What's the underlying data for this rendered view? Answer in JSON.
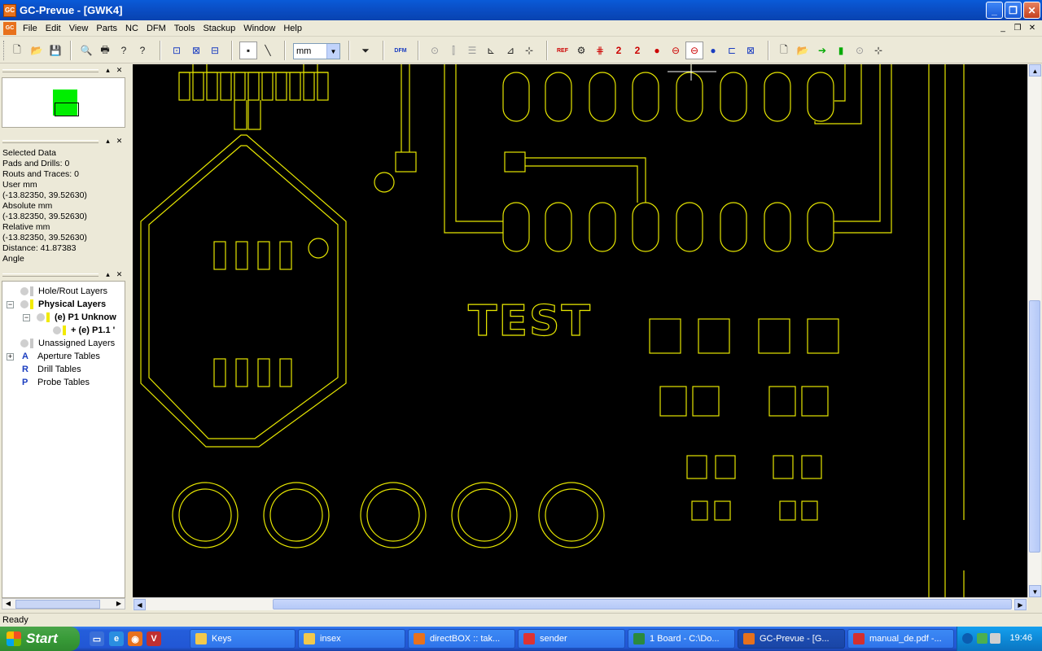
{
  "window": {
    "title": "GC-Prevue - [GWK4]",
    "app_icon": "GC"
  },
  "menu": {
    "items": [
      "File",
      "Edit",
      "View",
      "Parts",
      "NC",
      "DFM",
      "Tools",
      "Stackup",
      "Window",
      "Help"
    ]
  },
  "toolbar": {
    "unit": "mm",
    "dfm_label": "DFM",
    "ref_label": "REF"
  },
  "selected_data": {
    "lines": [
      "Selected Data",
      "Pads and Drills: 0",
      "Routs and Traces: 0",
      "User mm",
      "(-13.82350, 39.52630)",
      "Absolute mm",
      "(-13.82350, 39.52630)",
      "Relative mm",
      "(-13.82350, 39.52630)",
      "Distance: 41.87383",
      "Angle"
    ]
  },
  "tree": {
    "hole_rout": "Hole/Rout Layers",
    "physical": "Physical Layers",
    "p1": "(e) P1 Unknow",
    "p11": "+ (e) P1.1 '",
    "unassigned": "Unassigned Layers",
    "aperture": "Aperture Tables",
    "drill": "Drill Tables",
    "probe": "Probe Tables"
  },
  "canvas": {
    "text": "TEST",
    "trace_color": "#e6e600"
  },
  "status": {
    "text": "Ready"
  },
  "taskbar": {
    "start": "Start",
    "tasks": [
      "Keys",
      "insex",
      "directBOX :: tak...",
      "sender",
      "1 Board - C:\\Do...",
      "GC-Prevue - [G...",
      "manual_de.pdf -..."
    ],
    "clock": "19:46"
  }
}
